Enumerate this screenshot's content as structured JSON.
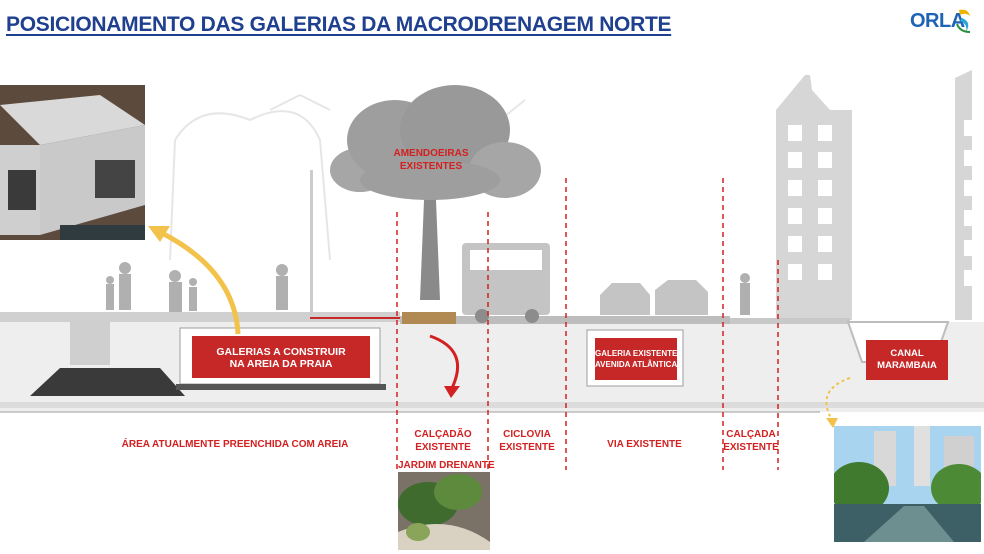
{
  "header": {
    "title": "POSICIONAMENTO DAS GALERIAS DA MACRODRENAGEM NORTE",
    "logo_text": "ORLA",
    "colors": {
      "title": "#1f3f8f",
      "labels": "#d32020",
      "logo": "#1f63b5",
      "box": "#c62828"
    }
  },
  "labels": {
    "tree": [
      "AMENDOEIRAS",
      "EXISTENTES"
    ],
    "galerias_novas": [
      "GALERIAS A CONSTRUIR",
      "NA AREIA DA PRAIA"
    ],
    "galeria_existente": [
      "GALERIA EXISTENTE",
      "AVENIDA ATLÂNTICA"
    ],
    "canal": [
      "CANAL",
      "MARAMBAIA"
    ],
    "jardim": "JARDIM DRENANTE"
  },
  "zones": [
    {
      "id": "area-areia",
      "lines": [
        "ÁREA ATUALMENTE PREENCHIDA COM AREIA"
      ]
    },
    {
      "id": "calcadao",
      "lines": [
        "CALÇADÃO",
        "EXISTENTE"
      ]
    },
    {
      "id": "ciclovia",
      "lines": [
        "CICLOVIA",
        "EXISTENTE"
      ]
    },
    {
      "id": "via",
      "lines": [
        "VIA  EXISTENTE"
      ]
    },
    {
      "id": "calcada",
      "lines": [
        "CALÇADA",
        "EXISTENTE"
      ]
    }
  ],
  "icons": [
    "yellow-curved-arrow-icon",
    "red-curved-arrow-icon",
    "yellow-dotted-arrow-icon",
    "logo-icon"
  ]
}
